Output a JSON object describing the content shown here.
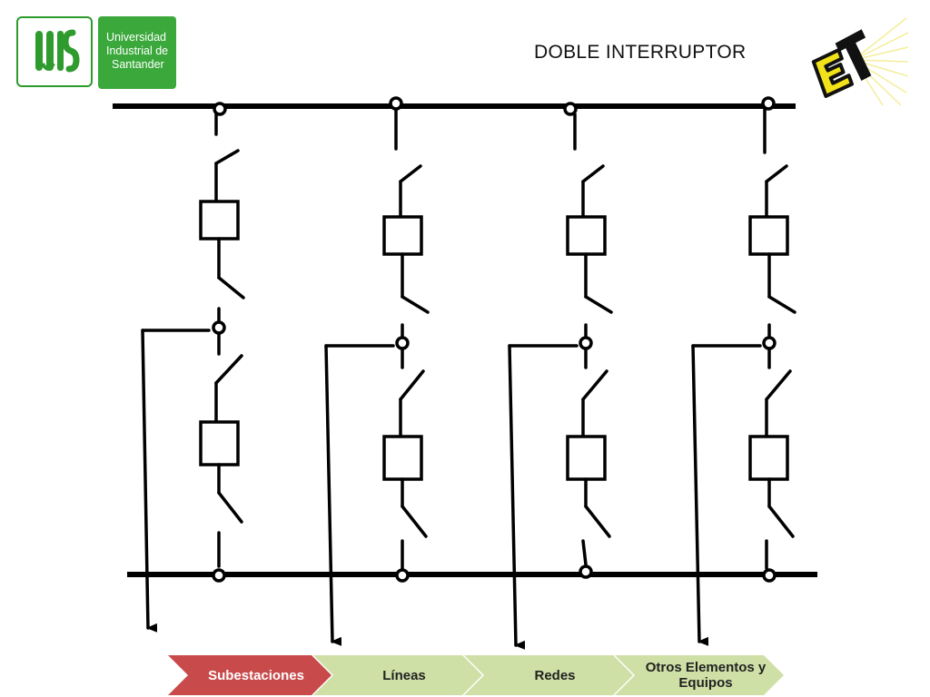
{
  "header": {
    "logo_text_line1": "Universidad",
    "logo_text_line2": "Industrial de",
    "logo_text_line3": "Santander",
    "title": "DOBLE INTERRUPTOR"
  },
  "nav": {
    "steps": [
      {
        "label": "Subestaciones",
        "active": true
      },
      {
        "label": "Líneas",
        "active": false
      },
      {
        "label": "Redes",
        "active": false
      },
      {
        "label": "Otros Elementos y Equipos",
        "active": false
      }
    ]
  },
  "colors": {
    "brand_green": "#3aa83a",
    "nav_active": "#c84a4a",
    "nav_inactive": "#cfe0a6",
    "et_yellow": "#f2e21a"
  },
  "diagram": {
    "bays": 4
  }
}
